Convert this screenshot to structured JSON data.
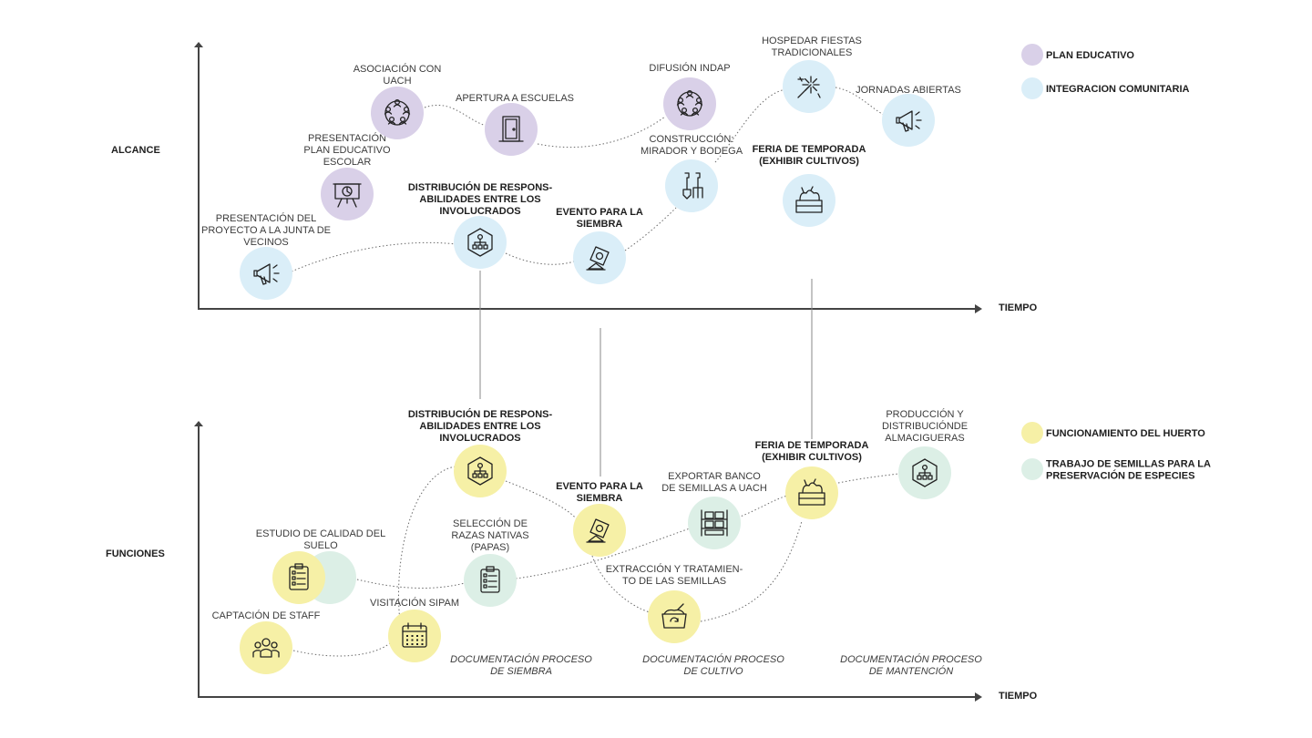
{
  "colors": {
    "plan_educativo": "#d9d0e8",
    "integracion_comunitaria": "#daeef8",
    "funcionamiento_huerto": "#f6f0a6",
    "trabajo_semillas": "#dcefe6"
  },
  "top": {
    "y_axis_title": "ALCANCE",
    "x_axis_title": "TIEMPO",
    "legend": [
      {
        "label": "PLAN EDUCATIVO",
        "color": "#d9d0e8"
      },
      {
        "label": "INTEGRACION COMUNITARIA",
        "color": "#daeef8"
      }
    ],
    "nodes": [
      {
        "id": "presentacion-proyecto",
        "lines": [
          "PRESENTACIÓN DEL",
          "PROYECTO A LA JUNTA DE",
          "VECINOS"
        ],
        "bold": false,
        "icon": "megaphone-icon",
        "color": "#daeef8"
      },
      {
        "id": "presentacion-plan",
        "lines": [
          "PRESENTACIÓN",
          "PLAN EDUCATIVO",
          "ESCOLAR"
        ],
        "bold": false,
        "icon": "presentation-board-icon",
        "color": "#d9d0e8"
      },
      {
        "id": "asociacion-uach",
        "lines": [
          "ASOCIACIÓN CON",
          "UACH"
        ],
        "bold": false,
        "icon": "people-network-icon",
        "color": "#d9d0e8"
      },
      {
        "id": "apertura-escuelas",
        "lines": [
          "APERTURA A ESCUELAS"
        ],
        "bold": false,
        "icon": "door-icon",
        "color": "#d9d0e8"
      },
      {
        "id": "distribucion",
        "lines": [
          "DISTRIBUCIÓN DE RESPONS-",
          "ABILIDADES ENTRE LOS",
          "INVOLUCRADOS"
        ],
        "bold": true,
        "icon": "hierarchy-hexagon-icon",
        "color": "#daeef8"
      },
      {
        "id": "evento-siembra",
        "lines": [
          "EVENTO PARA LA",
          "SIEMBRA"
        ],
        "bold": true,
        "icon": "seed-packet-icon",
        "color": "#daeef8"
      },
      {
        "id": "difusion-indap",
        "lines": [
          "DIFUSIÓN INDAP"
        ],
        "bold": false,
        "icon": "people-network-icon",
        "color": "#d9d0e8"
      },
      {
        "id": "construccion",
        "lines": [
          "CONSTRUCCIÓN:",
          "MIRADOR Y BODEGA"
        ],
        "bold": false,
        "icon": "shovel-fork-icon",
        "color": "#daeef8"
      },
      {
        "id": "hospedar-fiestas",
        "lines": [
          "HOSPEDAR FIESTAS",
          "TRADICIONALES"
        ],
        "bold": false,
        "icon": "fireworks-icon",
        "color": "#daeef8"
      },
      {
        "id": "feria-temporada",
        "lines": [
          "FERIA DE TEMPORADA",
          "(EXHIBIR CULTIVOS)"
        ],
        "bold": true,
        "icon": "vegetable-crate-icon",
        "color": "#daeef8"
      },
      {
        "id": "jornadas-abiertas",
        "lines": [
          "JORNADAS ABIERTAS"
        ],
        "bold": false,
        "icon": "megaphone-icon",
        "color": "#daeef8"
      }
    ]
  },
  "bottom": {
    "y_axis_title": "FUNCIONES",
    "x_axis_title": "TIEMPO",
    "legend": [
      {
        "label": "FUNCIONAMIENTO DEL HUERTO",
        "color": "#f6f0a6"
      },
      {
        "label": "TRABAJO DE SEMILLAS PARA LA PRESERVACIÓN DE ESPECIES",
        "lines": [
          "TRABAJO DE SEMILLAS PARA LA",
          "PRESERVACIÓN DE ESPECIES"
        ],
        "color": "#dcefe6"
      }
    ],
    "nodes": [
      {
        "id": "captacion-staff",
        "lines": [
          "CAPTACIÓN DE STAFF"
        ],
        "bold": false,
        "icon": "team-icon",
        "color": "#f6f0a6"
      },
      {
        "id": "estudio-calidad",
        "lines": [
          "ESTUDIO DE CALIDAD DEL",
          "SUELO"
        ],
        "bold": false,
        "icon": "clipboard-icon",
        "color": "#f6f0a6"
      },
      {
        "id": "visitacion-sipam",
        "lines": [
          "VISITACIÓN SIPAM"
        ],
        "bold": false,
        "icon": "calendar-icon",
        "color": "#f6f0a6"
      },
      {
        "id": "distribucion-b",
        "lines": [
          "DISTRIBUCIÓN DE RESPONS-",
          "ABILIDADES ENTRE LOS",
          "INVOLUCRADOS"
        ],
        "bold": true,
        "icon": "hierarchy-hexagon-icon",
        "color": "#f6f0a6"
      },
      {
        "id": "seleccion-razas",
        "lines": [
          "SELECCIÓN DE",
          "RAZAS NATIVAS",
          "(PAPAS)"
        ],
        "bold": false,
        "icon": "clipboard-icon",
        "color": "#dcefe6"
      },
      {
        "id": "evento-siembra-b",
        "lines": [
          "EVENTO PARA LA",
          "SIEMBRA"
        ],
        "bold": true,
        "icon": "seed-packet-icon",
        "color": "#f6f0a6"
      },
      {
        "id": "exportar-banco",
        "lines": [
          "EXPORTAR BANCO",
          "DE SEMILLAS A UACH"
        ],
        "bold": false,
        "icon": "shelving-icon",
        "color": "#dcefe6"
      },
      {
        "id": "extraccion",
        "lines": [
          "EXTRACCIÓN Y TRATAMIEN-",
          "TO DE LAS SEMILLAS"
        ],
        "bold": false,
        "icon": "seed-box-icon",
        "color": "#f6f0a6"
      },
      {
        "id": "feria-temporada-b",
        "lines": [
          "FERIA DE TEMPORADA",
          "(EXHIBIR CULTIVOS)"
        ],
        "bold": true,
        "icon": "vegetable-crate-icon",
        "color": "#f6f0a6"
      },
      {
        "id": "produccion",
        "lines": [
          "PRODUCCIÓN Y",
          "DISTRIBUCIÓNDE",
          "ALMACIGUERAS"
        ],
        "bold": false,
        "icon": "hierarchy-hexagon-icon",
        "color": "#dcefe6"
      }
    ],
    "documentation": [
      [
        "DOCUMENTACIÓN PROCESO",
        "DE SIEMBRA"
      ],
      [
        "DOCUMENTACIÓN PROCESO",
        "DE CULTIVO"
      ],
      [
        "DOCUMENTACIÓN PROCESO",
        "DE MANTENCIÓN"
      ]
    ]
  }
}
